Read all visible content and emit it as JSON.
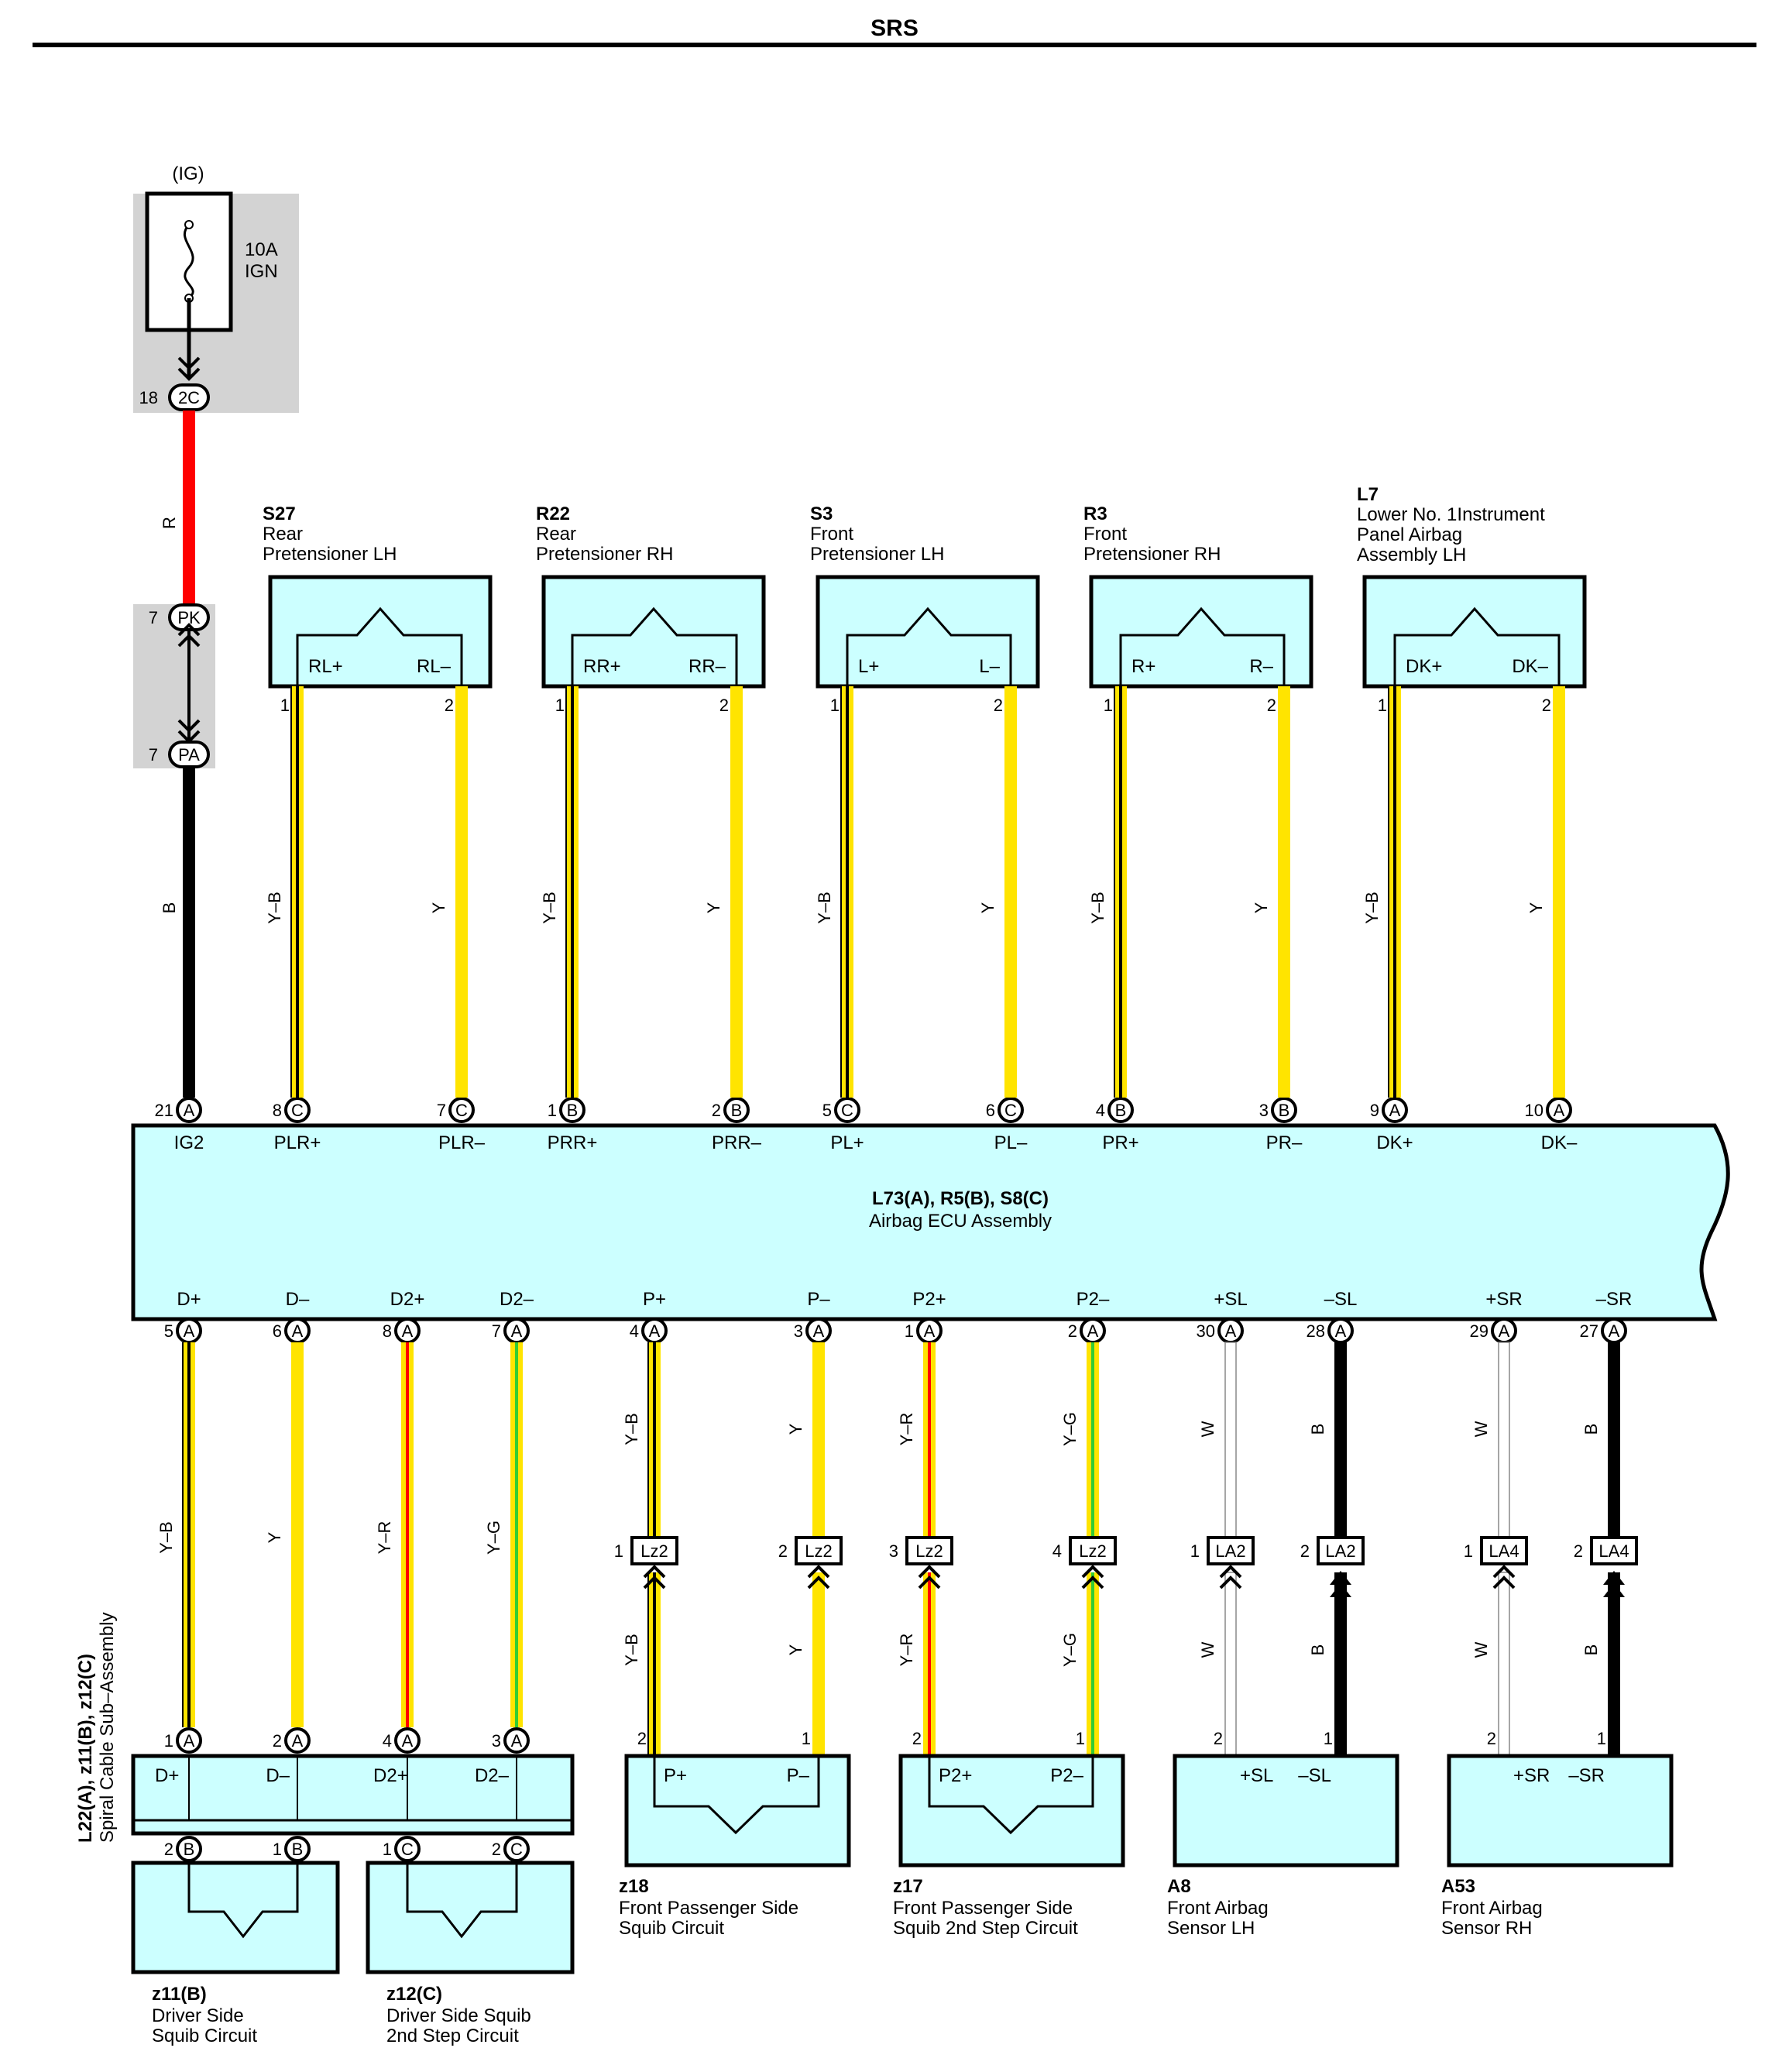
{
  "title": "SRS",
  "colors": {
    "R": "#ff0000",
    "B": "#000000",
    "Y": "#ffe400",
    "W": "#ffffff",
    "G": "#33cc33",
    "component_fill": "#ccffff",
    "shade": "#d3d3d3"
  },
  "fuse": {
    "supply": "(IG)",
    "rating": "10A",
    "name": "IGN",
    "pin": "18",
    "connector": "2C"
  },
  "junction": {
    "pk": {
      "pin": "7",
      "label": "PK"
    },
    "pa": {
      "pin": "7",
      "label": "PA"
    }
  },
  "feed_wires": {
    "upper": "R",
    "lower": "B"
  },
  "ecu": {
    "id": "L73(A), R5(B), S8(C)",
    "name": "Airbag ECU Assembly",
    "top_pins": [
      {
        "pin": "21",
        "conn": "A",
        "label": "IG2"
      },
      {
        "pin": "8",
        "conn": "C",
        "label": "PLR+"
      },
      {
        "pin": "7",
        "conn": "C",
        "label": "PLR–"
      },
      {
        "pin": "1",
        "conn": "B",
        "label": "PRR+"
      },
      {
        "pin": "2",
        "conn": "B",
        "label": "PRR–"
      },
      {
        "pin": "5",
        "conn": "C",
        "label": "PL+"
      },
      {
        "pin": "6",
        "conn": "C",
        "label": "PL–"
      },
      {
        "pin": "4",
        "conn": "B",
        "label": "PR+"
      },
      {
        "pin": "3",
        "conn": "B",
        "label": "PR–"
      },
      {
        "pin": "9",
        "conn": "A",
        "label": "DK+"
      },
      {
        "pin": "10",
        "conn": "A",
        "label": "DK–"
      }
    ],
    "bottom_pins": [
      {
        "pin": "5",
        "conn": "A",
        "label": "D+"
      },
      {
        "pin": "6",
        "conn": "A",
        "label": "D–"
      },
      {
        "pin": "8",
        "conn": "A",
        "label": "D2+"
      },
      {
        "pin": "7",
        "conn": "A",
        "label": "D2–"
      },
      {
        "pin": "4",
        "conn": "A",
        "label": "P+"
      },
      {
        "pin": "3",
        "conn": "A",
        "label": "P–"
      },
      {
        "pin": "1",
        "conn": "A",
        "label": "P2+"
      },
      {
        "pin": "2",
        "conn": "A",
        "label": "P2–"
      },
      {
        "pin": "30",
        "conn": "A",
        "label": "+SL"
      },
      {
        "pin": "28",
        "conn": "A",
        "label": "–SL"
      },
      {
        "pin": "29",
        "conn": "A",
        "label": "+SR"
      },
      {
        "pin": "27",
        "conn": "A",
        "label": "–SR"
      }
    ]
  },
  "pretensioners": [
    {
      "code": "S27",
      "name": [
        "Rear",
        "Pretensioner LH"
      ],
      "pins": [
        "RL+",
        "RL–"
      ],
      "wires": [
        "Y–B",
        "Y"
      ]
    },
    {
      "code": "R22",
      "name": [
        "Rear",
        "Pretensioner RH"
      ],
      "pins": [
        "RR+",
        "RR–"
      ],
      "wires": [
        "Y–B",
        "Y"
      ]
    },
    {
      "code": "S3",
      "name": [
        "Front",
        "Pretensioner LH"
      ],
      "pins": [
        "L+",
        "L–"
      ],
      "wires": [
        "Y–B",
        "Y"
      ]
    },
    {
      "code": "R3",
      "name": [
        "Front",
        "Pretensioner RH"
      ],
      "pins": [
        "R+",
        "R–"
      ],
      "wires": [
        "Y–B",
        "Y"
      ]
    },
    {
      "code": "L7",
      "name": [
        "Lower No. 1Instrument",
        "Panel Airbag",
        "Assembly LH"
      ],
      "pins": [
        "DK+",
        "DK–"
      ],
      "wires": [
        "Y–B",
        "Y"
      ]
    }
  ],
  "pretensioner_pin_numbers": [
    "1",
    "2"
  ],
  "spiral_cable": {
    "label": [
      "L22(A), z11(B), z12(C)",
      "Spiral Cable Sub–Assembly"
    ],
    "top_pins": [
      {
        "pin": "1",
        "conn": "A",
        "label": "D+"
      },
      {
        "pin": "2",
        "conn": "A",
        "label": "D–"
      },
      {
        "pin": "4",
        "conn": "A",
        "label": "D2+"
      },
      {
        "pin": "3",
        "conn": "A",
        "label": "D2–"
      }
    ],
    "bottom_pins": [
      {
        "pin": "2",
        "conn": "B"
      },
      {
        "pin": "1",
        "conn": "B"
      },
      {
        "pin": "1",
        "conn": "C"
      },
      {
        "pin": "2",
        "conn": "C"
      }
    ],
    "wires": [
      "Y–B",
      "Y",
      "Y–R",
      "Y–G"
    ]
  },
  "driver_squibs": [
    {
      "code": "z11(B)",
      "name": [
        "Driver Side",
        "Squib Circuit"
      ]
    },
    {
      "code": "z12(C)",
      "name": [
        "Driver Side Squib",
        "2nd Step Circuit"
      ]
    }
  ],
  "inline_connectors": [
    {
      "pin": "1",
      "label": "Lz2",
      "upper_wire": "Y–B",
      "lower_wire": "Y–B",
      "bottom_pin": "2"
    },
    {
      "pin": "2",
      "label": "Lz2",
      "upper_wire": "Y",
      "lower_wire": "Y",
      "bottom_pin": "1"
    },
    {
      "pin": "3",
      "label": "Lz2",
      "upper_wire": "Y–R",
      "lower_wire": "Y–R",
      "bottom_pin": "2"
    },
    {
      "pin": "4",
      "label": "Lz2",
      "upper_wire": "Y–G",
      "lower_wire": "Y–G",
      "bottom_pin": "1"
    },
    {
      "pin": "1",
      "label": "LA2",
      "upper_wire": "W",
      "lower_wire": "W",
      "bottom_pin": "2"
    },
    {
      "pin": "2",
      "label": "LA2",
      "upper_wire": "B",
      "lower_wire": "B",
      "bottom_pin": "1"
    },
    {
      "pin": "1",
      "label": "LA4",
      "upper_wire": "W",
      "lower_wire": "W",
      "bottom_pin": "2"
    },
    {
      "pin": "2",
      "label": "LA4",
      "upper_wire": "B",
      "lower_wire": "B",
      "bottom_pin": "1"
    }
  ],
  "bottom_components": [
    {
      "code": "z18",
      "name": [
        "Front Passenger Side",
        "Squib Circuit"
      ],
      "pins": [
        "P+",
        "P–"
      ]
    },
    {
      "code": "z17",
      "name": [
        "Front Passenger Side",
        "Squib 2nd Step Circuit"
      ],
      "pins": [
        "P2+",
        "P2–"
      ]
    },
    {
      "code": "A8",
      "name": [
        "Front Airbag",
        "Sensor LH"
      ],
      "pins": [
        "+SL",
        "–SL"
      ]
    },
    {
      "code": "A53",
      "name": [
        "Front Airbag",
        "Sensor RH"
      ],
      "pins": [
        "+SR",
        "–SR"
      ]
    }
  ]
}
